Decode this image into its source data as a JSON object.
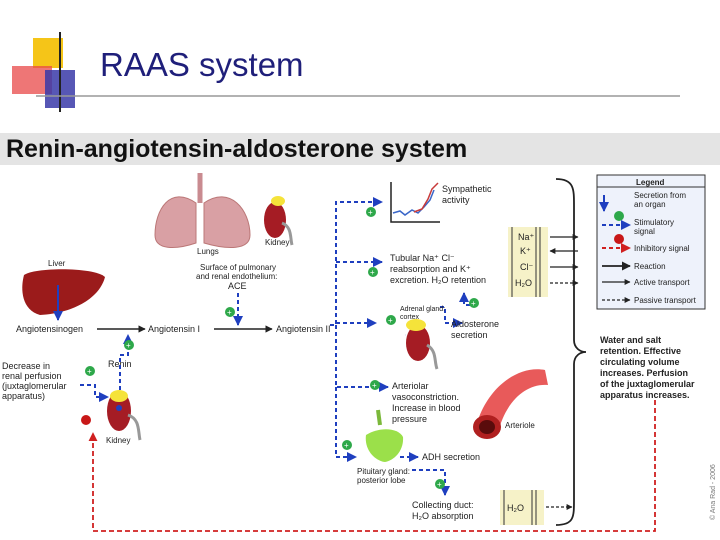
{
  "slide": {
    "title": "RAAS system",
    "banner": "Renin-angiotensin-aldosterone system"
  },
  "diagram": {
    "liver": "Liver",
    "lungs": "Lungs",
    "kidney_top": "Kidney",
    "surface_1": "Surface of pulmonary",
    "surface_2": "and renal endothelium:",
    "ace": "ACE",
    "angiotensinogen": "Angiotensinogen",
    "angiotensin1": "Angiotensin I",
    "angiotensin2": "Angiotensin II",
    "renin": "Renin",
    "decrease_1": "Decrease in",
    "decrease_2": "renal perfusion",
    "decrease_3": "(juxtaglomerular",
    "decrease_4": "apparatus)",
    "kidney_bottom": "Kidney",
    "sympathetic_1": "Sympathetic",
    "sympathetic_2": "activity",
    "tubular_1": "Tubular Na⁺ Cl⁻",
    "tubular_2": "reabsorption and K⁺",
    "tubular_3": "excretion. H₂O retention",
    "adrenal_1": "Adrenal gland:",
    "adrenal_2": "cortex",
    "aldosterone_1": "Aldosterone",
    "aldosterone_2": "secretion",
    "arteriolar_1": "Arteriolar",
    "arteriolar_2": "vasoconstriction.",
    "arteriolar_3": "Increase in blood",
    "arteriolar_4": "pressure",
    "arteriole": "Arteriole",
    "pituitary_1": "Pituitary gland:",
    "pituitary_2": "posterior lobe",
    "adh": "ADH secretion",
    "collecting_1": "Collecting duct:",
    "collecting_2": "H₂O absorption",
    "ion_na": "Na⁺",
    "ion_k": "K⁺",
    "ion_cl": "Cl⁻",
    "ion_h2o": "H₂O",
    "h2o_box": "H₂O",
    "water_1": "Water and salt",
    "water_2": "retention. Effective",
    "water_3": "circulating volume",
    "water_4": "increases. Perfusion",
    "water_5": "of the juxtaglomerular",
    "water_6": "apparatus increases.",
    "copyright": "© Ana Rad - 2006"
  },
  "legend": {
    "title": "Legend",
    "secretion_1": "Secretion from",
    "secretion_2": "an organ",
    "stimulatory_1": "Stimulatory",
    "stimulatory_2": "signal",
    "inhibitory": "Inhibitory signal",
    "reaction": "Reaction",
    "active": "Active transport",
    "passive": "Passive transport"
  },
  "colors": {
    "blue_arrow": "#1f3fbf",
    "red_arrow": "#d02020",
    "stim_green": "#2ea84a",
    "inhib_red": "#c81818",
    "liver": "#9b1b1b",
    "kidney": "#a51c24",
    "lungs": "#d9a0a4",
    "yellow": "#f5e33a",
    "arteriole": "#e85a5a",
    "pituitary": "#9be04a",
    "legend_bg": "#eef2fb"
  }
}
